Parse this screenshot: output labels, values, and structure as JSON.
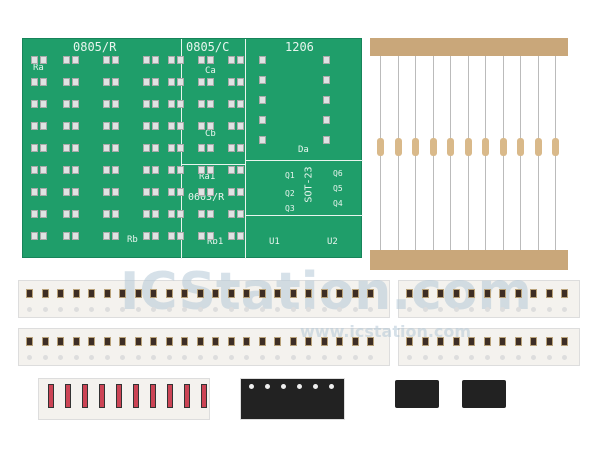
{
  "pcb": {
    "sections": [
      "0805/R",
      "0805/C",
      "1206",
      "0603/R",
      "SOT-23"
    ],
    "labels": [
      "Ra",
      "Rb",
      "Ca",
      "Cb",
      "Da",
      "Ra1",
      "Rb1",
      "Q1",
      "Q2",
      "Q3",
      "Q4",
      "Q5",
      "Q6",
      "U1",
      "U2"
    ]
  },
  "watermark": {
    "brand": "ICStation.com",
    "url": "www.icstation.com"
  },
  "colors": {
    "pcb": "#1f9e6a",
    "tape": "#c9a77a"
  }
}
